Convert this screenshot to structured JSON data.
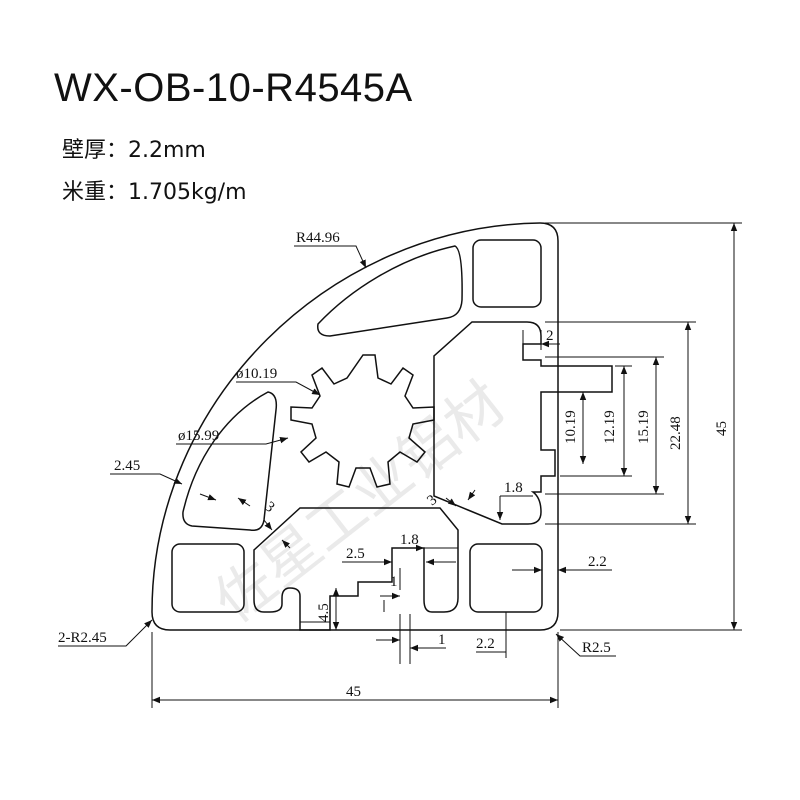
{
  "title": "WX-OB-10-R4545A",
  "specs": {
    "wall_thickness": "壁厚：2.2mm",
    "weight_per_meter": "米重：1.705kg/m"
  },
  "watermark": "佐星工业铝材",
  "dimensions": {
    "outer_radius": "R44.96",
    "bore_small": "ø10.19",
    "bore_large": "ø15.99",
    "wall_left": "2.45",
    "corner_radius_left": "2-R2.45",
    "width": "45",
    "height": "45",
    "slot_width_2": "2",
    "slot_10_19": "10.19",
    "slot_12_19": "12.19",
    "slot_15_19": "15.19",
    "slot_22_48": "22.48",
    "lip_1_8_right": "1.8",
    "rib_3_left": "3",
    "rib_3_right": "3",
    "slot_2_5": "2.5",
    "lip_1_8_bottom": "1.8",
    "gap_1_vertical": "1",
    "depth_4_5": "4.5",
    "gap_1_horizontal": "1",
    "wall_2_2_right": "2.2",
    "wall_2_2_bottom": "2.2",
    "corner_radius_right": "R2.5"
  },
  "colors": {
    "line": "#111111",
    "watermark": "#d9d9d9"
  }
}
